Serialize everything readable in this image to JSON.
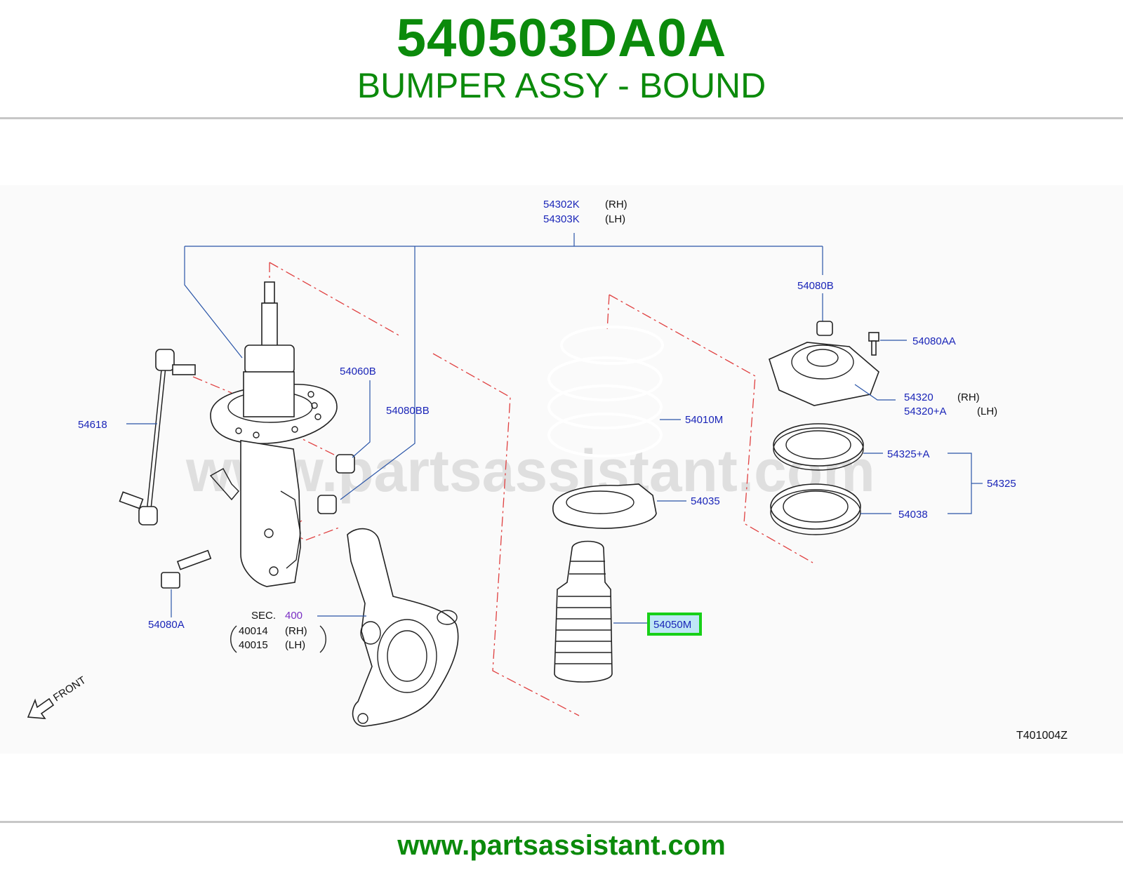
{
  "header": {
    "part_number": "540503DA0A",
    "description": "BUMPER ASSY - BOUND"
  },
  "footer": {
    "url": "www.partsassistant.com"
  },
  "watermark": "www.partsassistant.com",
  "diagram": {
    "code": "T401004Z",
    "front_label": "FRONT",
    "labels": {
      "p54302K": "54302K",
      "p54302K_side": "(RH)",
      "p54303K": "54303K",
      "p54303K_side": "(LH)",
      "p54080B": "54080B",
      "p54080AA": "54080AA",
      "p54320": "54320",
      "p54320_side": "(RH)",
      "p54320A": "54320+A",
      "p54320A_side": "(LH)",
      "p54325A": "54325+A",
      "p54325": "54325",
      "p54038": "54038",
      "p54010M": "54010M",
      "p54035": "54035",
      "p54050M": "54050M",
      "p54060B": "54060B",
      "p54080BB": "54080BB",
      "p54618": "54618",
      "p54080A": "54080A",
      "sec": "SEC.",
      "sec_num": "400",
      "p40014": "40014",
      "p40014_side": "(RH)",
      "p40015": "40015",
      "p40015_side": "(LH)"
    },
    "highlight_color": "#18d018",
    "label_color": "#1a25b8",
    "dash_color": "#e04040"
  }
}
